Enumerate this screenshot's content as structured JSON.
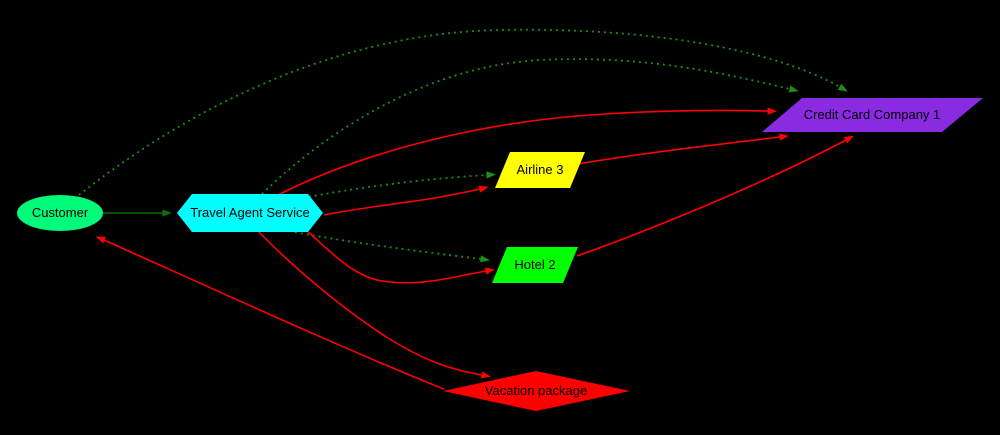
{
  "diagram": {
    "background": "#000000",
    "label_text_color": "#000000",
    "edge_colors": {
      "red": "#ff0000",
      "green_solid": "#0b6e0b",
      "green_dotted": "#1e8c1e"
    },
    "nodes": [
      {
        "id": "customer",
        "label": "Customer",
        "shape": "ellipse",
        "color": "#00fa7a"
      },
      {
        "id": "travel-agent-service",
        "label": "Travel Agent Service",
        "shape": "hexagon",
        "color": "#00ffff"
      },
      {
        "id": "airline-3",
        "label": "Airline 3",
        "shape": "parallelogram",
        "color": "#ffff00"
      },
      {
        "id": "hotel-2",
        "label": "Hotel 2",
        "shape": "parallelogram",
        "color": "#00ff00"
      },
      {
        "id": "credit-card-company-1",
        "label": "Credit Card Company 1",
        "shape": "parallelogram",
        "color": "#8a2be2"
      },
      {
        "id": "vacation-package",
        "label": "Vacation package",
        "shape": "diamond",
        "color": "#ff0000"
      }
    ],
    "edges": [
      {
        "from": "customer",
        "to": "travel-agent-service",
        "style": "solid",
        "color_key": "green_solid"
      },
      {
        "from": "customer",
        "to": "credit-card-company-1",
        "style": "dotted",
        "color_key": "green_dotted"
      },
      {
        "from": "travel-agent-service",
        "to": "credit-card-company-1",
        "style": "dotted",
        "color_key": "green_dotted"
      },
      {
        "from": "travel-agent-service",
        "to": "airline-3",
        "style": "dotted",
        "color_key": "green_dotted"
      },
      {
        "from": "travel-agent-service",
        "to": "hotel-2",
        "style": "dotted",
        "color_key": "green_dotted"
      },
      {
        "from": "travel-agent-service",
        "to": "airline-3",
        "style": "solid",
        "color_key": "red"
      },
      {
        "from": "travel-agent-service",
        "to": "hotel-2",
        "style": "solid",
        "color_key": "red"
      },
      {
        "from": "travel-agent-service",
        "to": "credit-card-company-1",
        "style": "solid",
        "color_key": "red"
      },
      {
        "from": "travel-agent-service",
        "to": "vacation-package",
        "style": "solid",
        "color_key": "red"
      },
      {
        "from": "airline-3",
        "to": "credit-card-company-1",
        "style": "solid",
        "color_key": "red"
      },
      {
        "from": "hotel-2",
        "to": "credit-card-company-1",
        "style": "solid",
        "color_key": "red"
      },
      {
        "from": "vacation-package",
        "to": "customer",
        "style": "solid",
        "color_key": "red"
      }
    ]
  }
}
